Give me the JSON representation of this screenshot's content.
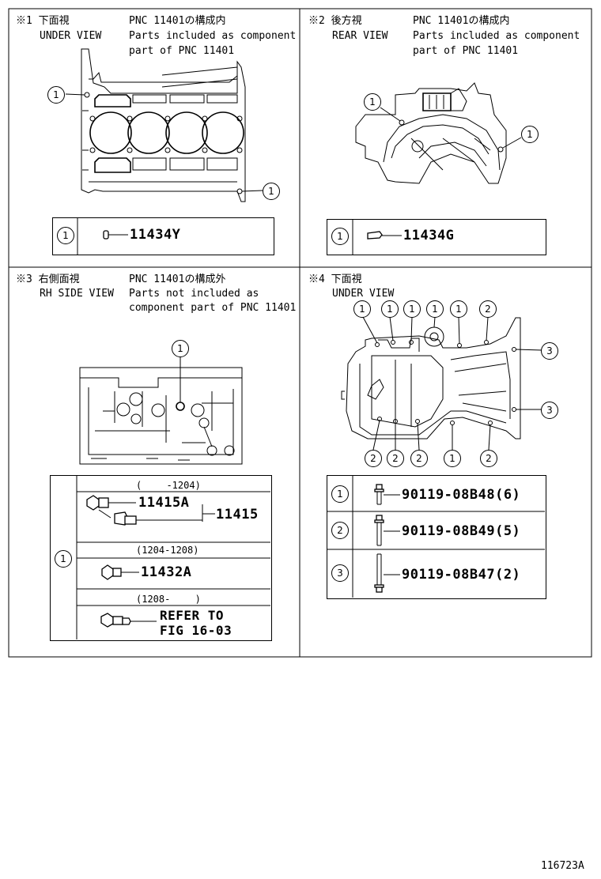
{
  "diagram_id": "116723A",
  "callout_1": "1",
  "callout_2": "2",
  "callout_3": "3",
  "sections": [
    {
      "mark": "※1",
      "title_jp": "下面視",
      "title_en": "UNDER VIEW",
      "pnc_jp": "PNC 11401の構成内",
      "pnc_en_1": "Parts included as component",
      "pnc_en_2": "part of PNC 11401",
      "parts": [
        {
          "ref": "1",
          "part_no": "11434Y"
        }
      ]
    },
    {
      "mark": "※2",
      "title_jp": "後方視",
      "title_en": "REAR VIEW",
      "pnc_jp": "PNC 11401の構成内",
      "pnc_en_1": "Parts included as component",
      "pnc_en_2": "part of PNC 11401",
      "parts": [
        {
          "ref": "1",
          "part_no": "11434G"
        }
      ]
    },
    {
      "mark": "※3",
      "title_jp": "右側面視",
      "title_en": "RH SIDE VIEW",
      "pnc_jp": "PNC 11401の構成外",
      "pnc_en_1": "Parts not included as",
      "pnc_en_2": "component part of PNC 11401",
      "ref": "1",
      "ranges": [
        "(　　 -1204)",
        "(1204-1208)",
        "(1208-　　 )"
      ],
      "parts": [
        {
          "part_no": "11415A",
          "assembly": "11415"
        },
        {
          "part_no": "11432A"
        },
        {
          "refer_1": "REFER TO",
          "refer_2": "FIG 16-03"
        }
      ]
    },
    {
      "mark": "※4",
      "title_jp": "下面視",
      "title_en": "UNDER VIEW",
      "parts": [
        {
          "ref": "1",
          "part_no": "90119-08B48(6)"
        },
        {
          "ref": "2",
          "part_no": "90119-08B49(5)"
        },
        {
          "ref": "3",
          "part_no": "90119-08B47(2)"
        }
      ]
    }
  ]
}
